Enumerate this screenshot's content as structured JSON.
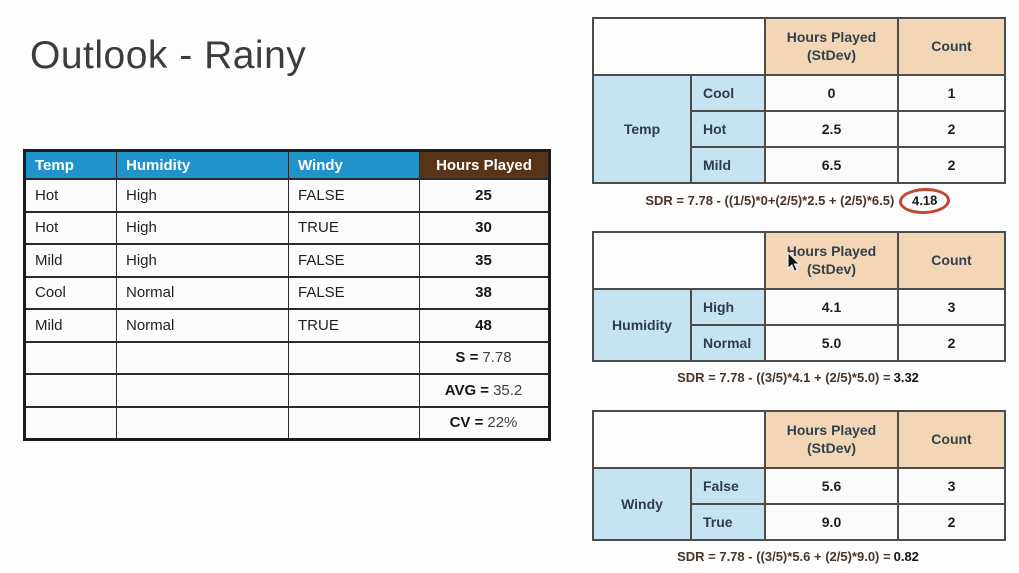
{
  "title": "Outlook - Rainy",
  "colors": {
    "main_header_blue": "#2093cb",
    "hours_played_brown": "#5a3418",
    "breakdown_header_tan": "#f2d6b6",
    "breakdown_group_blue": "#c6e3f2",
    "highlight_circle_red": "#c4492e",
    "background": "#fdfdfd"
  },
  "main_table": {
    "headers": [
      "Temp",
      "Humidity",
      "Windy",
      "Hours Played"
    ],
    "rows": [
      [
        "Hot",
        "High",
        "FALSE",
        "25"
      ],
      [
        "Hot",
        "High",
        "TRUE",
        "30"
      ],
      [
        "Mild",
        "High",
        "FALSE",
        "35"
      ],
      [
        "Cool",
        "Normal",
        "FALSE",
        "38"
      ],
      [
        "Mild",
        "Normal",
        "TRUE",
        "48"
      ]
    ],
    "summary": [
      {
        "label": "S  =",
        "value": "7.78"
      },
      {
        "label": "AVG =",
        "value": "35.2"
      },
      {
        "label": "CV =",
        "value": "22%"
      }
    ]
  },
  "breakdown_header": {
    "stdev_lines": [
      "Hours Played",
      "(StDev)"
    ],
    "count": "Count"
  },
  "breakdown_tables": [
    {
      "group": "Temp",
      "rows": [
        {
          "label": "Cool",
          "stdev": "0",
          "count": "1"
        },
        {
          "label": "Hot",
          "stdev": "2.5",
          "count": "2"
        },
        {
          "label": "Mild",
          "stdev": "6.5",
          "count": "2"
        }
      ],
      "sdr_formula": "SDR = 7.78 - ((1/5)*0+(2/5)*2.5 + (2/5)*6.5)",
      "sdr_result": "4.18",
      "result_circled": true
    },
    {
      "group": "Humidity",
      "rows": [
        {
          "label": "High",
          "stdev": "4.1",
          "count": "3"
        },
        {
          "label": "Normal",
          "stdev": "5.0",
          "count": "2"
        }
      ],
      "sdr_formula": "SDR = 7.78 - ((3/5)*4.1 + (2/5)*5.0) =",
      "sdr_result": "3.32",
      "result_circled": false
    },
    {
      "group": "Windy",
      "rows": [
        {
          "label": "False",
          "stdev": "5.6",
          "count": "3"
        },
        {
          "label": "True",
          "stdev": "9.0",
          "count": "2"
        }
      ],
      "sdr_formula": "SDR = 7.78 - ((3/5)*5.6 + (2/5)*9.0) =",
      "sdr_result": "0.82",
      "result_circled": false
    }
  ]
}
